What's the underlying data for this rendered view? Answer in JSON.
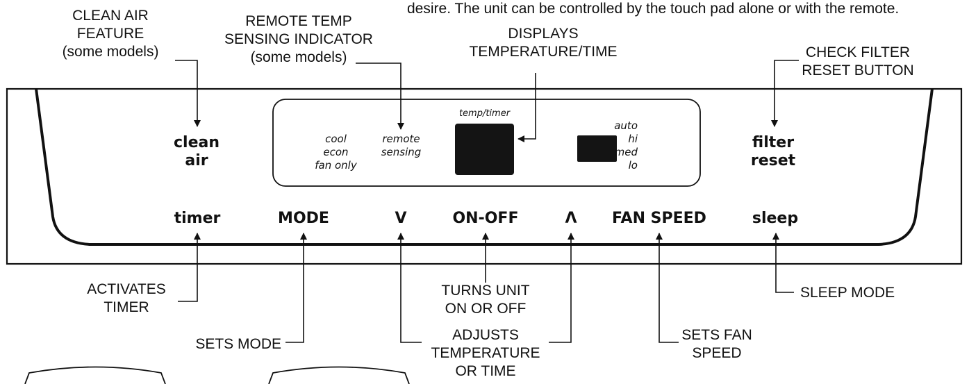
{
  "intro_text": "desire. The unit can be controlled by the touch pad alone or with the remote.",
  "callouts": {
    "clean_air_feature": [
      "CLEAN AIR",
      "FEATURE",
      "(some models)"
    ],
    "remote_temp_sensing": [
      "REMOTE TEMP",
      "SENSING INDICATOR",
      "(some models)"
    ],
    "displays_temp_time": [
      "DISPLAYS",
      "TEMPERATURE/TIME"
    ],
    "check_filter_reset": [
      "CHECK FILTER",
      "RESET BUTTON"
    ],
    "activates_timer": [
      "ACTIVATES",
      "TIMER"
    ],
    "turns_unit_on_off": [
      "TURNS UNIT",
      "ON OR OFF"
    ],
    "sleep_mode": [
      "SLEEP MODE"
    ],
    "sets_mode": [
      "SETS MODE"
    ],
    "adjusts_temp_time": [
      "ADJUSTS",
      "TEMPERATURE",
      "OR TIME"
    ],
    "sets_fan_speed": [
      "SETS FAN",
      "SPEED"
    ]
  },
  "panel": {
    "clean_air": [
      "clean",
      "air"
    ],
    "filter_reset": [
      "filter",
      "reset"
    ],
    "mode_indicators": [
      "cool",
      "econ",
      "fan only"
    ],
    "remote_sensing": [
      "remote",
      "sensing"
    ],
    "display_label": "temp/timer",
    "fan_indicators": [
      "auto",
      "hi",
      "med",
      "lo"
    ],
    "buttons": {
      "timer": "timer",
      "mode": "MODE",
      "down": "V",
      "on_off": "ON-OFF",
      "up": "Λ",
      "fan_speed": "FAN SPEED",
      "sleep": "sleep"
    }
  },
  "colors": {
    "line": "#111111",
    "display_fill": "#141414",
    "background": "#ffffff"
  }
}
